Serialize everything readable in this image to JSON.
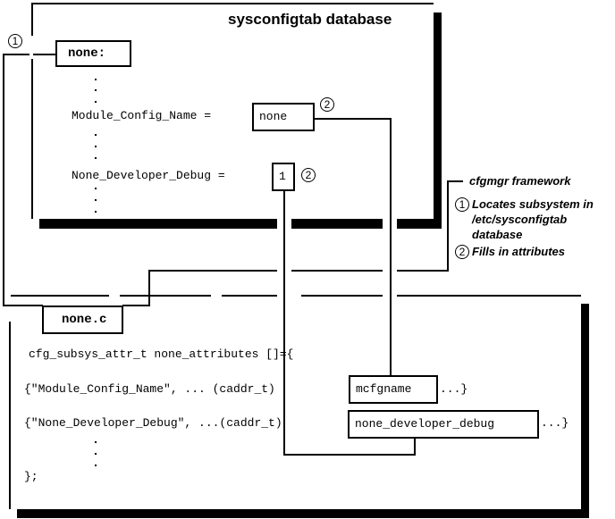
{
  "database_panel": {
    "title": "sysconfigtab database",
    "stanza_label": "none:",
    "attr1_name": "Module_Config_Name =",
    "attr1_value": "none",
    "attr2_name": "None_Developer_Debug =",
    "attr2_value": "1"
  },
  "markers": {
    "one": "1",
    "two": "2"
  },
  "legend": {
    "title": "cfgmgr framework",
    "step1": "Locates subsystem in",
    "step1_line2": "/etc/sysconfigtab",
    "step1_line3": "database",
    "step2": "Fills in attributes"
  },
  "source_panel": {
    "file_label": "none.c",
    "decl": "cfg_subsys_attr_t none_attributes []={",
    "row1_prefix": "{\"Module_Config_Name\", ... (caddr_t)",
    "row1_var": "mcfgname",
    "row1_suffix": "...}",
    "row2_prefix": "{\"None_Developer_Debug\", ...(caddr_t)",
    "row2_var": "none_developer_debug",
    "row2_suffix": "...}",
    "close": "};"
  }
}
